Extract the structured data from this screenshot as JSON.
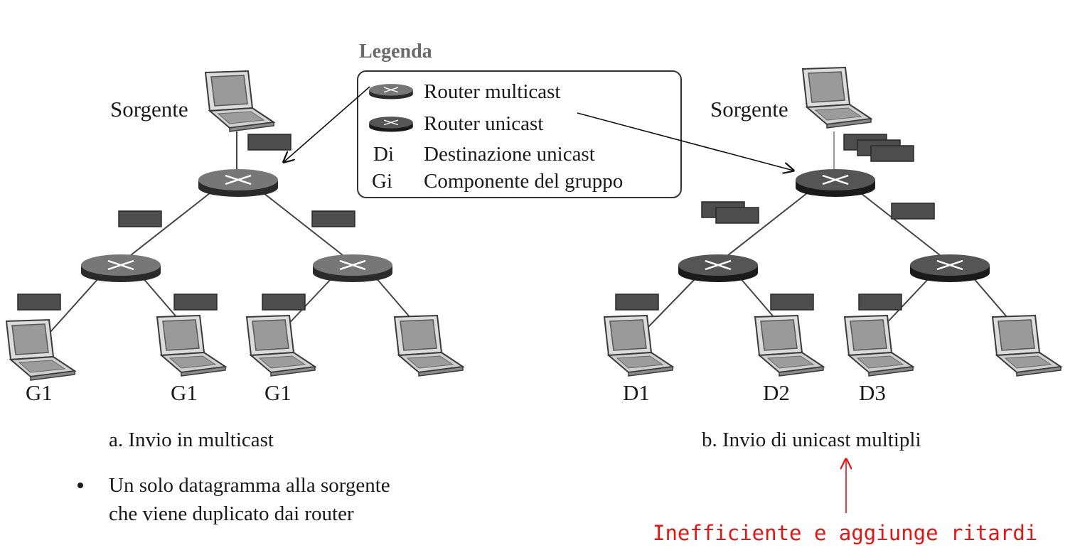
{
  "legend": {
    "title": "Legenda",
    "items": [
      {
        "symbol": "router-multicast",
        "label": "Router multicast"
      },
      {
        "symbol": "router-unicast",
        "label": "Router unicast"
      },
      {
        "key": "Di",
        "label": "Destinazione unicast"
      },
      {
        "key": "Gi",
        "label": "Componente del gruppo"
      }
    ]
  },
  "left": {
    "source_label": "Sorgente",
    "hosts": [
      "G1",
      "G1",
      "G1"
    ],
    "caption": "a. Invio in multicast"
  },
  "right": {
    "source_label": "Sorgente",
    "hosts": [
      "D1",
      "D2",
      "D3"
    ],
    "caption": "b. Invio di unicast multipli"
  },
  "bullet": {
    "lines": [
      "Un solo datagramma alla sorgente",
      "che viene duplicato dai router"
    ]
  },
  "note": "Inefficiente e aggiunge ritardi",
  "colors": {
    "packet": "#4d4d4d",
    "router_multicast": "#6e6e6e",
    "router_unicast": "#3a3a3a",
    "note": "#ee1111"
  }
}
